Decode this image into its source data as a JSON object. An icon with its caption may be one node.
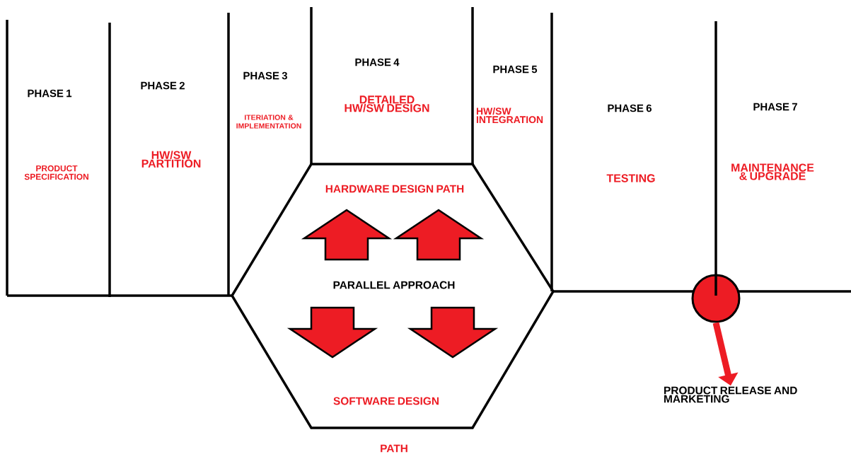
{
  "diagram": {
    "nodes": [
      {
        "text": [
          "HARDWARE DESIGN PATH",
          "PARALLEL APPROACH",
          "SOFTWARE DESIGN"
        ],
        "beside": [
          "PATH"
        ]
      },
      {
        "text": [],
        "shape": "circle"
      },
      {
        "text": [
          "PRODUCT RELEASE AND MARKETING"
        ]
      }
    ],
    "edges": [
      {
        "from": 1,
        "to": 2,
        "arrow": "to"
      }
    ],
    "labels": [
      "PHASE 1",
      "PRODUCT SPECIFICATION",
      "PHASE 2",
      "HW/SW PARTITION",
      "PHASE 3",
      "ITERIATION & IMPLEMENTATION",
      "PHASE 4",
      "DETAILED HW/SW DESIGN",
      "PHASE 5",
      "HW/SW INTEGRATION",
      "PHASE 6",
      "TESTING",
      "PHASE 7",
      "MAINTENANCE & UPGRADE"
    ]
  }
}
